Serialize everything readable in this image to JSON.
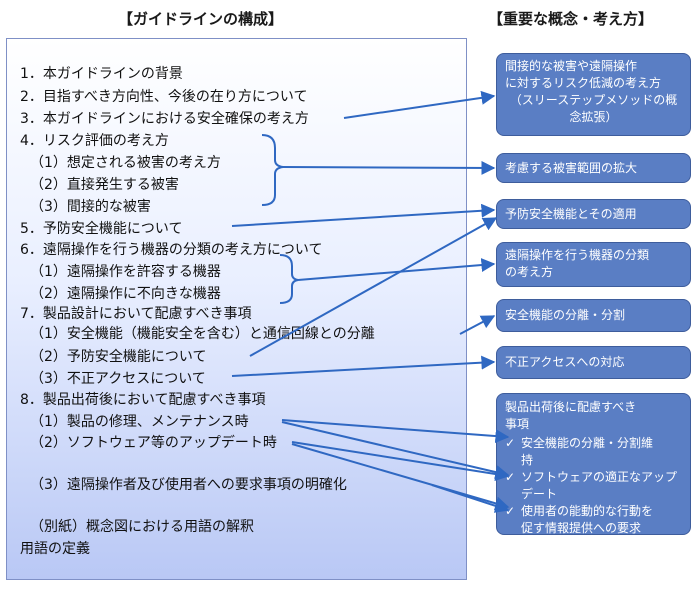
{
  "titles": {
    "left": "【ガイドラインの構成】",
    "right": "【重要な概念・考え方】"
  },
  "toc": [
    "1．本ガイドラインの背景",
    "2．目指すべき方向性、今後の在り方について",
    "3．本ガイドラインにおける安全確保の考え方",
    "4．リスク評価の考え方",
    "（1）想定される被害の考え方",
    "（2）直接発生する被害",
    "（3）間接的な被害",
    "5．予防安全機能について",
    "6．遠隔操作を行う機器の分類の考え方について",
    "（1）遠隔操作を許容する機器",
    "（2）遠隔操作に不向きな機器",
    "7．製品設計において配慮すべき事項",
    "（1）安全機能（機能安全を含む）と通信回線との分離",
    "（2）予防安全機能について",
    "（3）不正アクセスについて",
    "8．製品出荷後において配慮すべき事項",
    "（1）製品の修理、メンテナンス時",
    "（2）ソフトウェア等のアップデート時",
    "（3）遠隔操作者及び使用者への要求事項の明確化",
    "（別紙）概念図における用語の解釈",
    "用語の定義"
  ],
  "concepts": {
    "c1": {
      "line1": "間接的な被害や遠隔操作",
      "line2": "に対するリスク低減の考え方",
      "sub1": "（スリーステップメソッドの概",
      "sub2": "念拡張）"
    },
    "c2": "考慮する被害範囲の拡大",
    "c3": "予防安全機能とその適用",
    "c4": {
      "line1": "遠隔操作を行う機器の分類",
      "line2": "の考え方"
    },
    "c5": "安全機能の分離・分割",
    "c6": "不正アクセスへの対応",
    "c7": {
      "title1": "製品出荷後に配慮すべき",
      "title2": "事項",
      "check": "✓",
      "items": [
        {
          "a": "安全機能の分離・分割維",
          "b": "持"
        },
        {
          "a": "ソフトウェアの適正なアップ",
          "b": "デート"
        },
        {
          "a": "使用者の能動的な行動を",
          "b": "促す情報提供への要求"
        }
      ]
    }
  },
  "colors": {
    "connector": "#2f68c2",
    "box_fill": "#5a7ec4",
    "box_border": "#3e5d9c"
  }
}
